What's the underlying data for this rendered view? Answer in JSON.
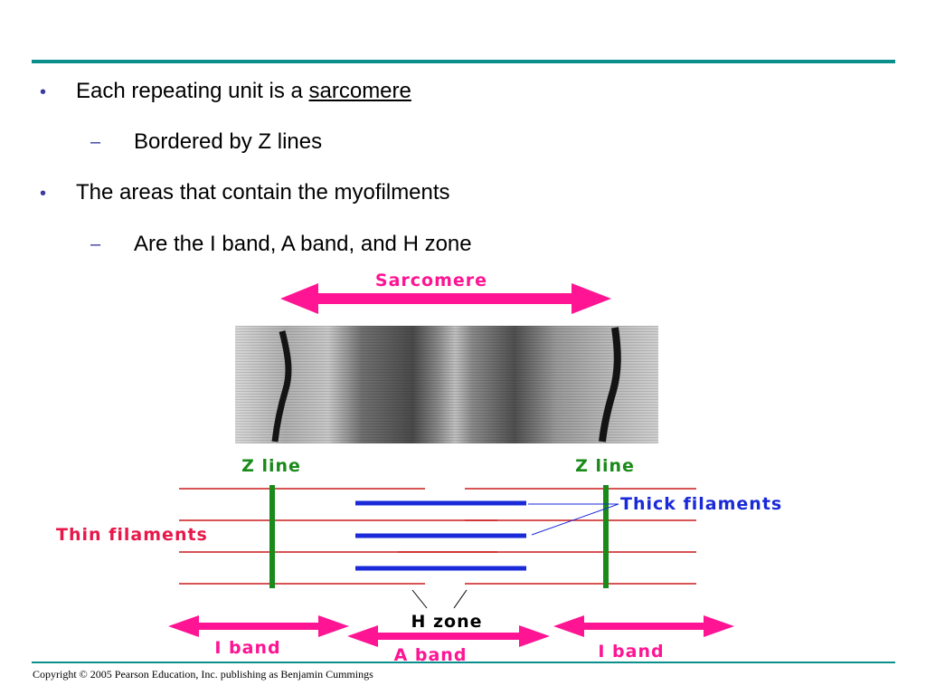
{
  "slide": {
    "bullets": [
      {
        "prefix": "Each repeating unit is a ",
        "emphasis": "sarcomere"
      },
      {
        "text": "Bordered by Z lines"
      },
      {
        "text": "The areas that contain the myofilments"
      },
      {
        "text": "Are the I band, A band, and H zone"
      }
    ],
    "bullet_marker": "•",
    "sub_marker": "–"
  },
  "diagram": {
    "sarcomere_label": "Sarcomere",
    "z_line_left": "Z line",
    "z_line_right": "Z line",
    "thick_filaments": "Thick filaments",
    "thin_filaments": "Thin filaments",
    "h_zone": "H zone",
    "i_band_left": "I band",
    "a_band": "A band",
    "i_band_right": "I band",
    "colors": {
      "magenta": "#ff1493",
      "green": "#1a8a1a",
      "blue": "#1a2ad8",
      "red": "#cc1a1a"
    }
  },
  "footer": {
    "copyright": "Copyright © 2005 Pearson Education, Inc. publishing as Benjamin Cummings"
  }
}
